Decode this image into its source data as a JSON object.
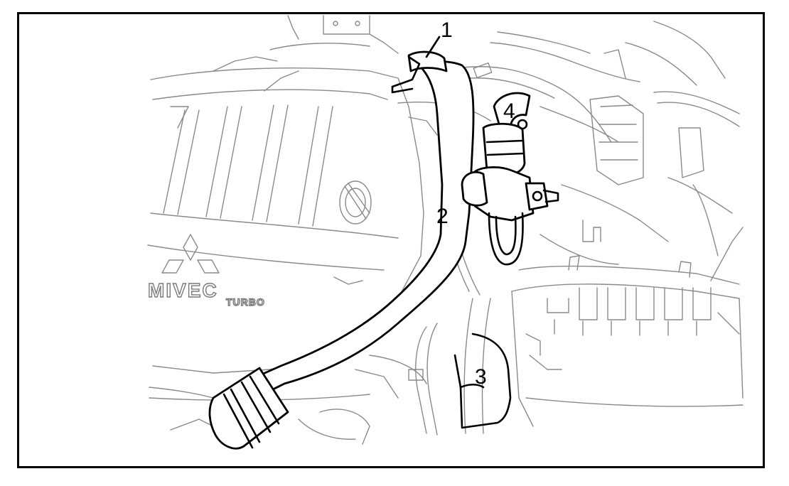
{
  "figure": {
    "callouts": [
      {
        "id": "1",
        "label": "1"
      },
      {
        "id": "2",
        "label": "2"
      },
      {
        "id": "3",
        "label": "3"
      },
      {
        "id": "4",
        "label": "4"
      }
    ],
    "engine_badge": {
      "main": "MIVEC",
      "sub": "TURBO"
    },
    "colors": {
      "border": "#000000",
      "background": "#ffffff",
      "background_lines": "#8a8a8a",
      "highlight_lines": "#000000"
    }
  }
}
